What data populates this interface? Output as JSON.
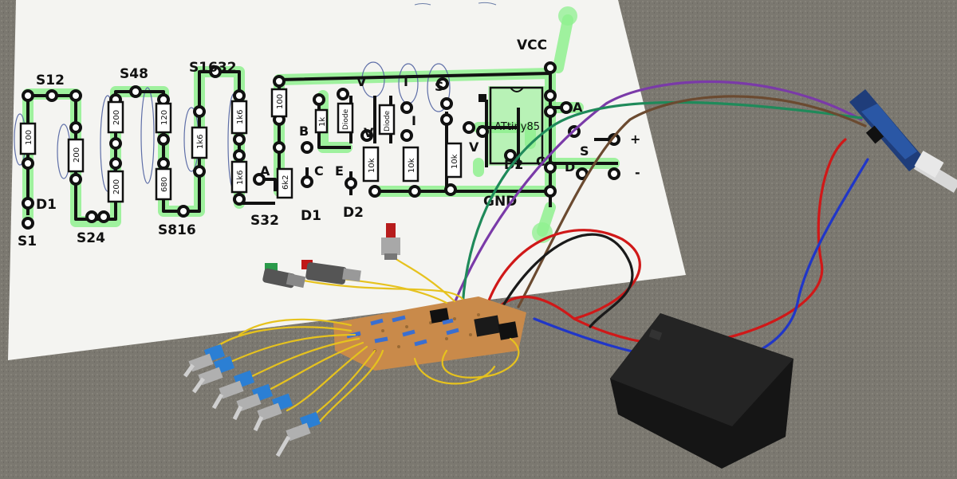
{
  "paper": {
    "nodes": {
      "s12": "S12",
      "s48": "S48",
      "s1632": "S1632",
      "vcc": "VCC",
      "d1_left": "D1",
      "s1": "S1",
      "s24": "S24",
      "s816": "S816",
      "s32": "S32",
      "gnd": "GND",
      "a_mid": "A",
      "b": "B",
      "c": "C",
      "e": "E",
      "d1_mid": "D1",
      "d2_mid": "D2",
      "v_top": "V",
      "i_top": "I",
      "s_top": "S",
      "v_mid": "V",
      "i_mid": "I",
      "v_low": "V",
      "chip": "ATtiny85",
      "d2_chip": "D2",
      "c_chip": "C",
      "a_right": "A",
      "s_right": "S",
      "d_right": "D",
      "plus": "+",
      "minus": "-"
    },
    "resistors": {
      "r1": "100",
      "r2": "200",
      "r3": "200",
      "r4": "200",
      "r5": "120",
      "r6": "680",
      "r7": "1k6",
      "r8": "1k6",
      "r9": "1k6",
      "r10": "100",
      "r11": "6k2",
      "r12": "1k",
      "r13": "Diode",
      "r14": "Diode",
      "r15": "10k",
      "r16": "10k",
      "r17": "10k"
    }
  },
  "colors": {
    "highlighter": "#8ff08f",
    "paper": "#f5f5f2",
    "carpet": "#7d7a72",
    "stripboard": "#c98a4a",
    "wire_yellow": "#e6c21e",
    "wire_red": "#d01818",
    "wire_blue": "#2036c8",
    "wire_black": "#1a1a1a",
    "wire_brown": "#6b4a30",
    "wire_purple": "#7a3aa8",
    "wire_green": "#1f8a5a"
  }
}
